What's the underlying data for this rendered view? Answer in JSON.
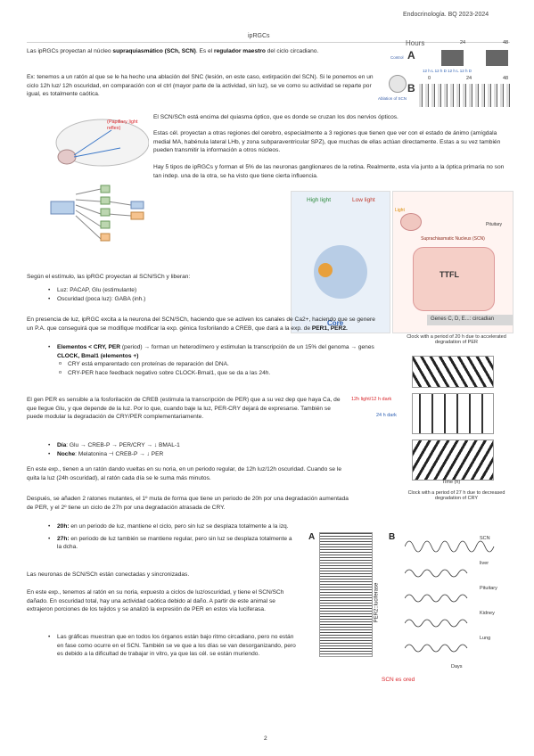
{
  "header": {
    "course": "Endocrinología. BQ 2023-2024",
    "section_title": "ipRGCs"
  },
  "p1": [
    "Las ipRGCs proyectan al núcleo ",
    "supraquiasmático (SCh, SCN)",
    ". Es el ",
    "regulador maestro",
    " del ciclo circadiano."
  ],
  "p2": "Ex: tenemos a un ratón al que se le ha hecho una ablación del SNC (lesión, en este caso, extirpación del SCN). Si le ponemos en un ciclo 12h luz/ 12h oscuridad, en comparación con el ctrl (mayor parte de la actividad, sin luz), se ve como su actividad se reparte por igual, es totalmente caótica.",
  "p3": "El SCN/SCh está encima del quiasma óptico, que es donde se cruzan los dos nervios ópticos.",
  "p4": "Estas cél. proyectan a otras regiones del cerebro, especialmente a 3 regiones que tienen que ver con el estado de ánimo (amígdala medial MA, habénula lateral LHb, y zona subparaventricular SPZ), que muchas de ellas actúan directamente. Estas a su vez también pueden transmitir la información a otros núcleos.",
  "p5": "Hay 5 tipos de ipRGCs y forman el 5% de las neuronas ganglionares de la retina. Realmente, esta vía junto a la óptica primaria no son tan indep. una de la otra, se ha visto que tiene cierta influencia.",
  "p6": "Según el estímulo, las ipRGC proyectan al SCN/SCh y liberan:",
  "list1": [
    "Luz: PACAP, Glu (estimulante)",
    "Oscuridad (poca luz): GABA (inh.)"
  ],
  "p7": [
    "En presencia de luz, ipRGC excita a la neurona del SCN/SCh, haciendo que se activen los canales de Ca2+, haciendo que se genere un P.A. que conseguirá que se modifique modificar la exp. génica fosforilando a CREB, que dará a la exp. de ",
    "PER1, PER2."
  ],
  "list2_main": [
    "Elementos < CRY, PER",
    " (period) → forman un heterodímero y estimulan la transcripción de un 15% del genoma → genes ",
    "CLOCK, Bmal1 (elementos +)"
  ],
  "list2_sub": [
    "CRY está emparentado con proteínas de reparación del DNA.",
    "CRY-PER hace feedback negativo sobre CLOCK-Bmal1, que se da a las 24h."
  ],
  "p8": "El gen PER es sensible a la fosforilación de CREB (estimula la transcripción de PER) que a su vez dep que haya Ca, de que llegue Glu, y que depende de la luz. Por lo que, cuando baje la luz, PER-CRY dejará de expresarse. También se puede modular la degradación de CRY/PER complementariamente.",
  "list3": [
    [
      "Día",
      ": Glu → CREB-P → PER/CRY → ↓ BMAL-1"
    ],
    [
      "Noche",
      ": Melatonina ⊣ CREB-P → ↓ PER"
    ]
  ],
  "p9": "En este exp., tienen a un ratón dando vueltas en su noria, en un periodo regular, de 12h luz/12h oscuridad. Cuando se le quita la luz (24h oscuridad), al ratón cada día se le suma más minutos.",
  "p10": "Después, se añaden 2 ratones mutantes, el 1º muta de forma que tiene un periodo de 20h por una degradación aumentada de PER, y el 2º tiene un ciclo de 27h por una degradación atrasada de CRY.",
  "list4": [
    [
      "20h:",
      " en un periodo de luz, mantiene el ciclo, pero sin luz se desplaza totalmente a la izq."
    ],
    [
      "27h:",
      " en periodo de luz también se mantiene regular, pero sin luz se desplaza totalmente a la dcha."
    ]
  ],
  "p11": "Las neuronas de SCN/SCh están conectadas y sincronizadas.",
  "p12": "En este exp., tenemos al ratón en su noria, expuesto a ciclos de luz/oscuridad, y tiene el SCN/SCh dañado. En oscuridad total, hay una actividad caótica debido al daño. A partir de este animal se extrajeron porciones de los tejidos y se analizó la expresión de PER en estos vía luciferasa.",
  "list5": "Las gráficas muestran que en todos los órganos están bajo ritmo circadiano, pero no están en fase como ocurre en el SCN. También se ve que a los días se van desorganizando, pero es debido a la dificultad de trabajar in vitro, ya que las cél. se están muriendo.",
  "page_number": "2",
  "fig1": {
    "hours": "Hours",
    "h24": "24",
    "h48": "48",
    "h0": "0",
    "control": "Control",
    "ablation": "Ablation of SCN",
    "ld": "12 h L  12 h D  12 h L  12 h D",
    "a": "A",
    "b": "B"
  },
  "fig2": {
    "papillary": "(Papillary light reflex)"
  },
  "fig3": {
    "high": "High light",
    "low": "Low light",
    "core": "Core",
    "ttfl": "TTFL",
    "genes": "Genes C, D, E...: circadian",
    "scn": "Suprachiasmatic Nucleus (SCN)",
    "light": "Light",
    "pituitary": "Pituitary"
  },
  "fig4": {
    "top": "Clock with a period of 20 h due to accelerated degradation of PER",
    "light": "12h light/12 h dark",
    "dark": "24 h dark",
    "bottom": "Clock with a period of 27 h due to decreased degradation of CRY",
    "xlabel": "Time (h)"
  },
  "fig5": {
    "a": "A",
    "b": "B",
    "ylabel": "PER2::luciferase",
    "xlabel": "Days",
    "caption": "SCN es ored",
    "labels": [
      "SCN",
      "liver",
      "Pituitary",
      "Kidney",
      "Lung"
    ]
  }
}
